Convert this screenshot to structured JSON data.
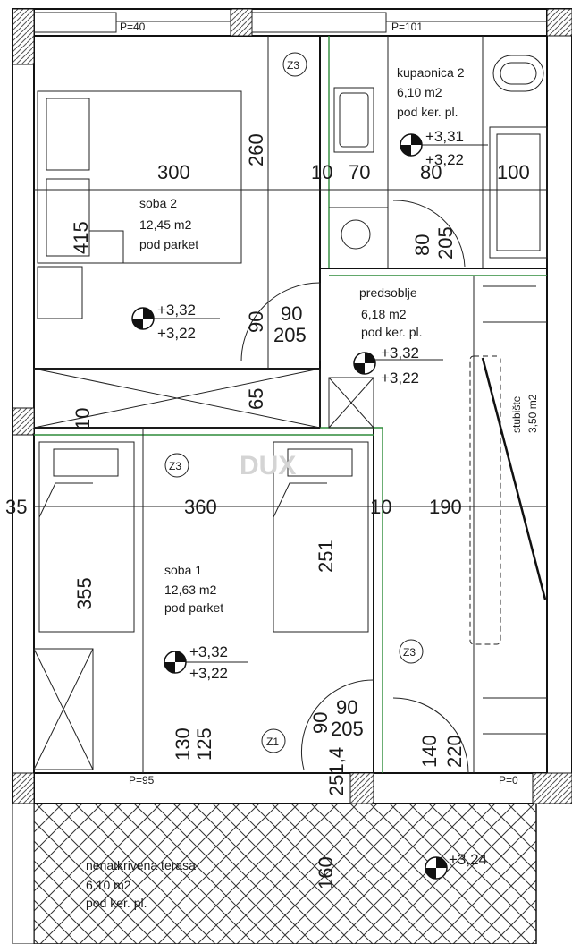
{
  "colors": {
    "wall": "#111111",
    "green_line": "#2e8b3a",
    "hatch": "#333333"
  },
  "rooms": {
    "soba2": {
      "name": "soba 2",
      "area": "12,45 m2",
      "floor": "pod parket"
    },
    "soba1": {
      "name": "soba 1",
      "area": "12,63 m2",
      "floor": "pod parket"
    },
    "kupaonica": {
      "name": "kupaonica 2",
      "area": "6,10 m2",
      "floor": "pod ker. pl."
    },
    "predsoblje": {
      "name": "predsoblje",
      "area": "6,18 m2",
      "floor": "pod ker. pl."
    },
    "stubiste": {
      "name": "stubište",
      "area": "3,50 m2"
    },
    "terasa": {
      "name": "nenatkrivena terasa",
      "area": "6,10 m2",
      "floor": "pod ker. pl."
    }
  },
  "levels": {
    "soba2_top": "+3,32",
    "soba2_bottom": "+3,22",
    "kup_top": "+3,31",
    "kup_bottom": "+3,22",
    "pred_top": "+3,32",
    "pred_bottom": "+3,22",
    "soba1_top": "+3,32",
    "soba1_bottom": "+3,22",
    "terasa": "+3,24"
  },
  "windows": {
    "p40": "P=40",
    "p101": "P=101",
    "p95": "P=95",
    "p0": "P=0"
  },
  "tags": {
    "z3a": "Z3",
    "z3b": "Z3",
    "z3c": "Z3",
    "z1": "Z1"
  },
  "dims": {
    "d300": "300",
    "d260": "260",
    "d10a": "10",
    "d70": "70",
    "d80": "80",
    "d100": "100",
    "d415": "415",
    "d80b": "80",
    "d205a": "205",
    "d90a": "90",
    "d205b": "205",
    "d90v": "90",
    "d65": "65",
    "d10v": "10",
    "d35": "35",
    "d360": "360",
    "d10b": "10",
    "d190": "190",
    "d355": "355",
    "d251a": "251",
    "d90c": "90",
    "d205c": "205",
    "d90v2": "90",
    "d130": "130",
    "d125": "125",
    "d2514": "251,4",
    "d140": "140",
    "d220": "220",
    "d160": "160"
  },
  "watermark": "DUX"
}
